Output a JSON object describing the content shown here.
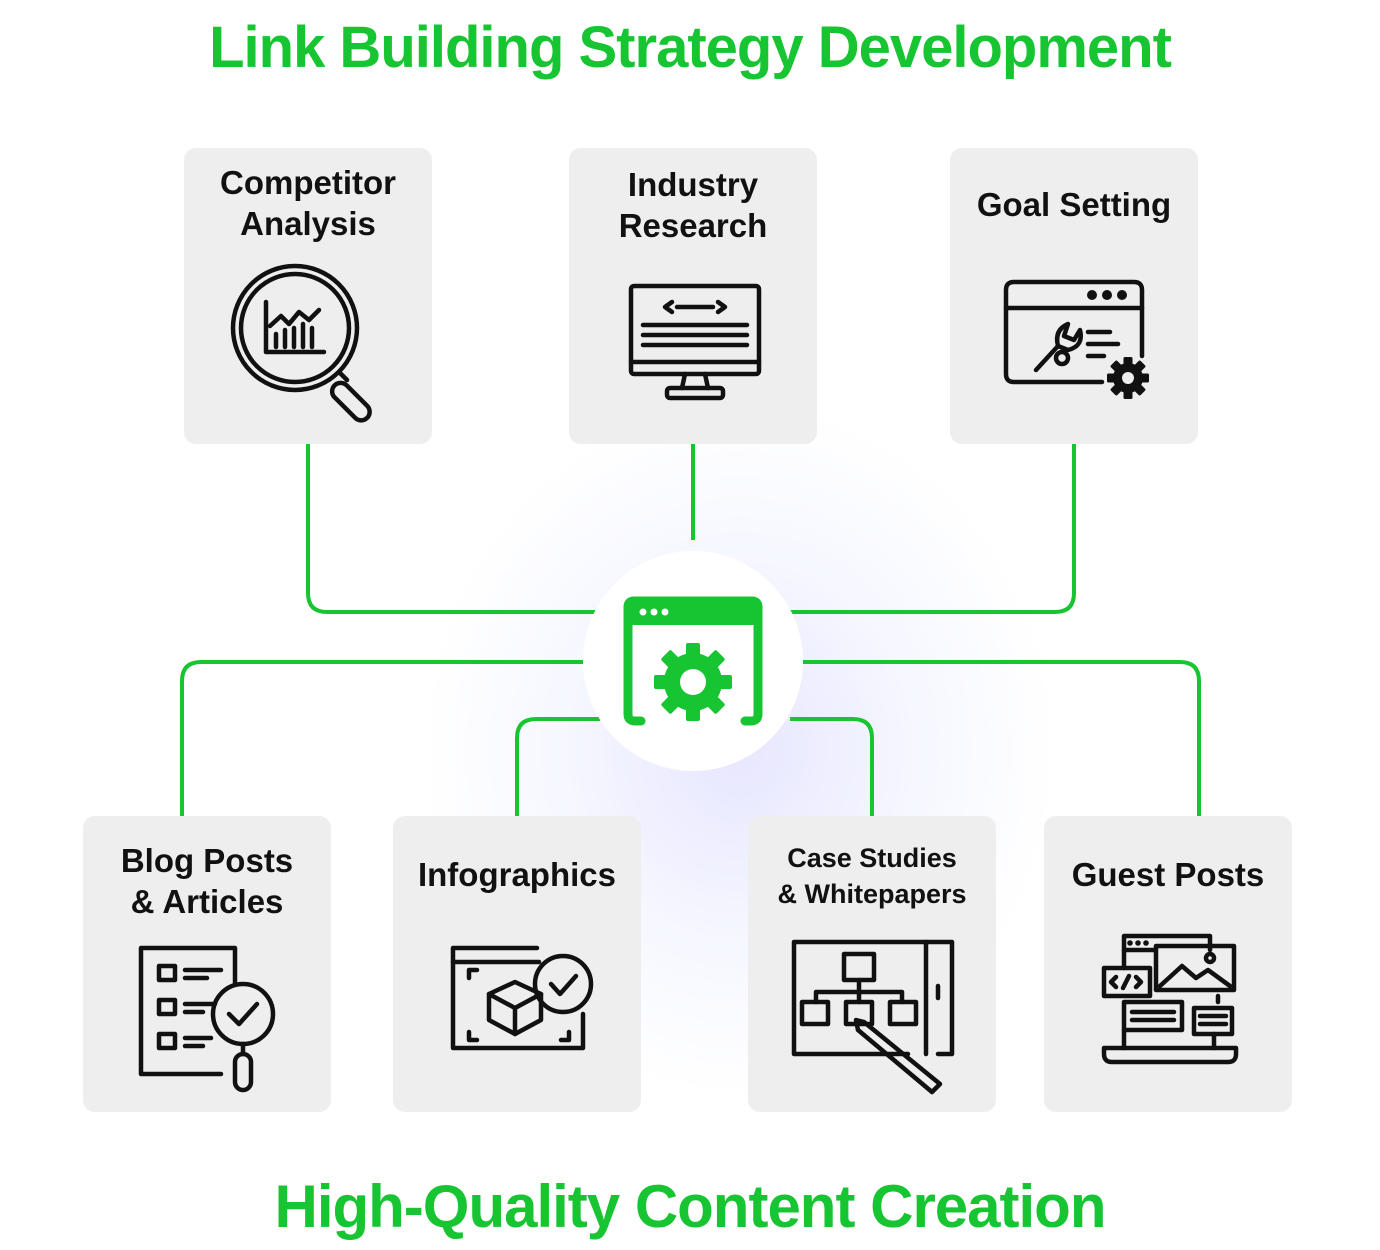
{
  "title_top": "Link Building Strategy Development",
  "title_bottom": "High-Quality Content Creation",
  "colors": {
    "accent": "#17c431",
    "card_bg": "#efeeef",
    "text": "#111111"
  },
  "hub": {
    "icon": "browser-gear-icon"
  },
  "top_cards": [
    {
      "label_lines": [
        "Competitor",
        "Analysis"
      ],
      "icon": "magnifier-chart-icon"
    },
    {
      "label_lines": [
        "Industry",
        "Research"
      ],
      "icon": "monitor-code-icon"
    },
    {
      "label_lines": [
        "Goal Setting"
      ],
      "icon": "browser-wrench-gear-icon"
    }
  ],
  "bottom_cards": [
    {
      "label_lines": [
        "Blog Posts",
        "& Articles"
      ],
      "icon": "checklist-magnifier-icon"
    },
    {
      "label_lines": [
        "Infographics"
      ],
      "icon": "cube-check-icon"
    },
    {
      "label_lines": [
        "Case Studies",
        "& Whitepapers"
      ],
      "icon": "flowchart-pen-icon"
    },
    {
      "label_lines": [
        "Guest Posts"
      ],
      "icon": "web-layout-laptop-icon"
    }
  ]
}
